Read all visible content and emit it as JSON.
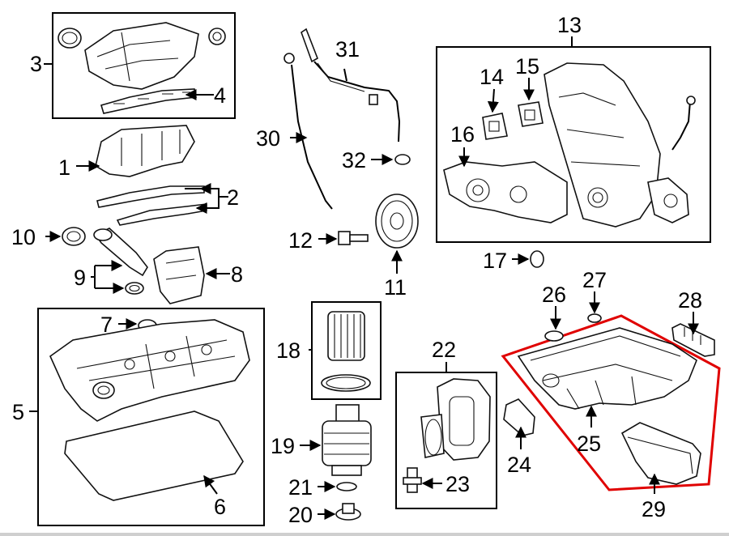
{
  "callouts": {
    "c1": "1",
    "c2": "2",
    "c3": "3",
    "c4": "4",
    "c5": "5",
    "c6": "6",
    "c7": "7",
    "c8": "8",
    "c9": "9",
    "c10": "10",
    "c11": "11",
    "c12": "12",
    "c13": "13",
    "c14": "14",
    "c15": "15",
    "c16": "16",
    "c17": "17",
    "c18": "18",
    "c19": "19",
    "c20": "20",
    "c21": "21",
    "c22": "22",
    "c23": "23",
    "c24": "24",
    "c25": "25",
    "c26": "26",
    "c27": "27",
    "c28": "28",
    "c29": "29",
    "c30": "30",
    "c31": "31",
    "c32": "32"
  },
  "colors": {
    "line": "#000000",
    "highlight": "#e00000",
    "background": "#ffffff"
  },
  "highlighted_group": "oil-pan-assembly"
}
